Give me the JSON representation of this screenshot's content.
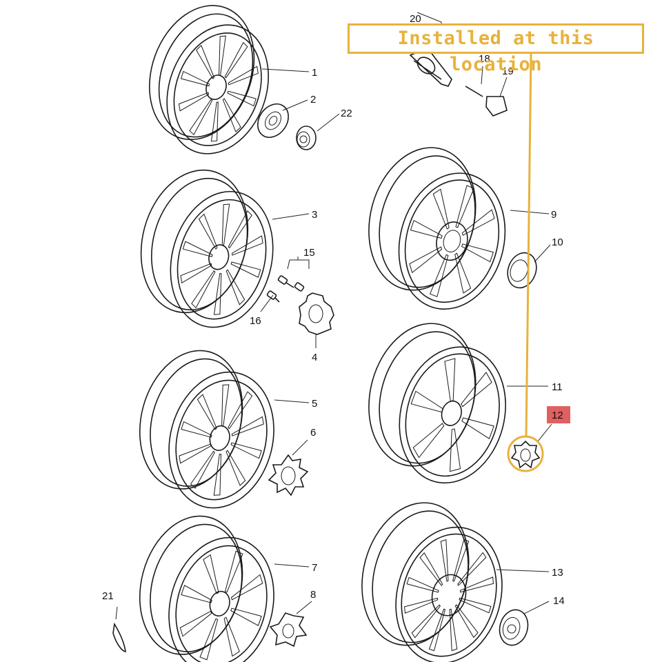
{
  "callout": {
    "text": "Installed at this location",
    "color": "#e9b13b"
  },
  "highlight": {
    "part_number": "12",
    "badge_color": "#e06060"
  },
  "parts": [
    {
      "id": "p1",
      "label": "1",
      "kind": "wheel",
      "spokes": 10
    },
    {
      "id": "p2",
      "label": "2",
      "kind": "hub-cover"
    },
    {
      "id": "p22",
      "label": "22",
      "kind": "center-cap"
    },
    {
      "id": "p3",
      "label": "3",
      "kind": "wheel",
      "spokes": 10
    },
    {
      "id": "p15",
      "label": "15",
      "kind": "bolts"
    },
    {
      "id": "p16",
      "label": "16",
      "kind": "bolt"
    },
    {
      "id": "p4",
      "label": "4",
      "kind": "hub-cover"
    },
    {
      "id": "p9",
      "label": "9",
      "kind": "wheel",
      "spokes": 8
    },
    {
      "id": "p10",
      "label": "10",
      "kind": "center-cap"
    },
    {
      "id": "p11",
      "label": "11",
      "kind": "wheel",
      "spokes": 6
    },
    {
      "id": "p12",
      "label": "12",
      "kind": "hub-cover"
    },
    {
      "id": "p5",
      "label": "5",
      "kind": "wheel",
      "spokes": 10
    },
    {
      "id": "p6",
      "label": "6",
      "kind": "hub-cover"
    },
    {
      "id": "p7",
      "label": "7",
      "kind": "wheel",
      "spokes": 8
    },
    {
      "id": "p8",
      "label": "8",
      "kind": "hub-cover"
    },
    {
      "id": "p21",
      "label": "21",
      "kind": "badge"
    },
    {
      "id": "p13",
      "label": "13",
      "kind": "wheel",
      "spokes": 12
    },
    {
      "id": "p14",
      "label": "14",
      "kind": "center-cap"
    },
    {
      "id": "p20",
      "label": "20",
      "kind": "valve"
    },
    {
      "id": "p18",
      "label": "18",
      "kind": "valve-core"
    },
    {
      "id": "p19",
      "label": "19",
      "kind": "valve-cap"
    }
  ]
}
